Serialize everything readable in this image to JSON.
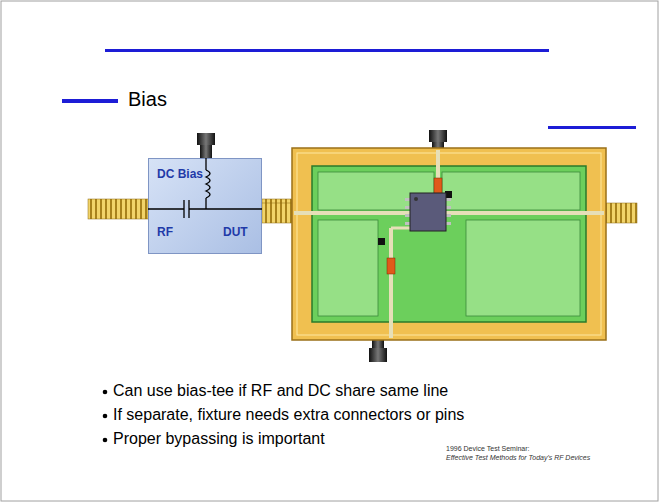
{
  "diagram": {
    "title": "Bias",
    "nodes": [
      {
        "text": [
          "DC Bias",
          "RF",
          "DUT"
        ]
      }
    ],
    "labels": [
      "Can use bias-tee if RF and DC share same line",
      "If separate, fixture needs extra connectors or pins",
      "Proper bypassing is important",
      "1996 Device Test Seminar:",
      "Effective Test Methods for Today's RF Devices"
    ]
  }
}
